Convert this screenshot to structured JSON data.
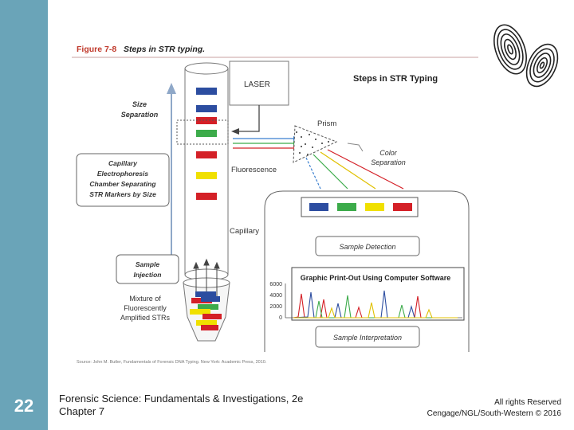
{
  "figure": {
    "label": "Figure 7-8",
    "title": "Steps in STR typing.",
    "heading": "Steps in STR Typing",
    "laser": "LASER",
    "prism": "Prism",
    "fluorescence": "Fluorescence",
    "capillary": "Capillary",
    "size_separation": [
      "Size",
      "Separation"
    ],
    "color_separation": [
      "Color",
      "Separation"
    ],
    "chamber": [
      "Capillary",
      "Electrophoresis",
      "Chamber Separating",
      "STR Markers by Size"
    ],
    "sample_injection": [
      "Sample",
      "Injection"
    ],
    "mixture": [
      "Mixture of",
      "Fluorescently",
      "Amplified STRs"
    ],
    "sample_detection": "Sample Detection",
    "printout": "Graphic Print-Out Using Computer Software",
    "sample_interpretation": "Sample Interpretation",
    "y_ticks": [
      "6000",
      "4000",
      "2000",
      "0"
    ],
    "source": "Source: John M. Butler, Fundamentals of Forensic DNA Typing. New York: Academic Press, 2010."
  },
  "colors": {
    "sidebar": "#6aa4b8",
    "blue": "#2c4da0",
    "green": "#3cab4a",
    "yellow": "#f0e000",
    "red": "#d42027"
  },
  "footer": {
    "slide_number": "22",
    "course": "Forensic Science: Fundamentals & Investigations, 2e",
    "chapter": "Chapter 7",
    "rights": "All rights Reserved",
    "publisher": "Cengage/NGL/South-Western © 2016"
  }
}
